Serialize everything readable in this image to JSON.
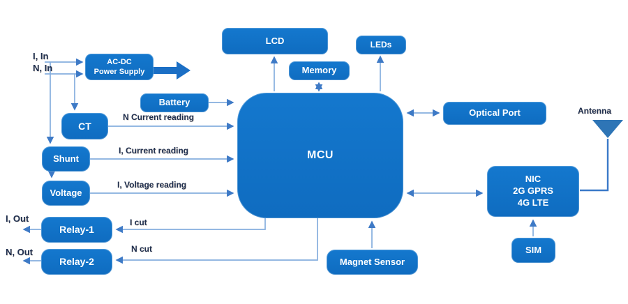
{
  "colors": {
    "block_fill": "#1272C6",
    "block_text": "#FFFFFF",
    "wire": "#85AEDE",
    "arrowhead": "#3E7AC6",
    "label_text": "#203050",
    "power_arrow": "#1B6FC5",
    "antenna": "#2E75B6"
  },
  "blocks": {
    "acdc": {
      "label": "AC-DC\nPower Supply"
    },
    "lcd": {
      "label": "LCD"
    },
    "memory": {
      "label": "Memory"
    },
    "leds": {
      "label": "LEDs"
    },
    "battery": {
      "label": "Battery"
    },
    "ct": {
      "label": "CT"
    },
    "shunt": {
      "label": "Shunt"
    },
    "voltage": {
      "label": "Voltage"
    },
    "relay1": {
      "label": "Relay-1"
    },
    "relay2": {
      "label": "Relay-2"
    },
    "mcu": {
      "label": "MCU"
    },
    "magnet_sensor": {
      "label": "Magnet Sensor"
    },
    "optical_port": {
      "label": "Optical Port"
    },
    "nic": {
      "label": "NIC\n2G GPRS\n4G LTE"
    },
    "sim": {
      "label": "SIM"
    }
  },
  "labels": {
    "i_in": "I, In",
    "n_in": "N, In",
    "i_out": "I, Out",
    "n_out": "N, Out",
    "n_current_reading": "N Current reading",
    "i_current_reading": "I, Current reading",
    "i_voltage_reading": "I, Voltage reading",
    "i_cut": "I cut",
    "n_cut": "N cut",
    "antenna": "Antenna"
  }
}
